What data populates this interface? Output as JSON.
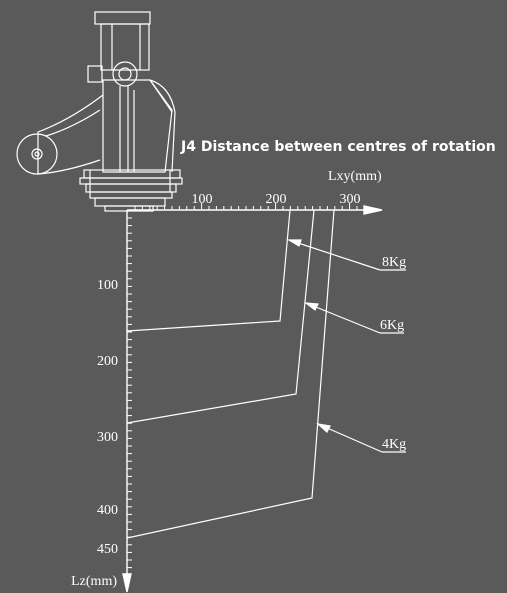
{
  "title": "J4 Distance between centres of rotation",
  "axes": {
    "x_label": "Lxy(mm)",
    "y_label": "Lz(mm)",
    "x_ticks": [
      "100",
      "200",
      "300"
    ],
    "y_ticks": [
      "100",
      "200",
      "300",
      "400",
      "450"
    ]
  },
  "curves": [
    {
      "label": "8Kg",
      "lxy_limit": 215,
      "lz_limit": 150
    },
    {
      "label": "6Kg",
      "lxy_limit": 240,
      "lz_limit": 270
    },
    {
      "label": "4Kg",
      "lxy_limit": 262,
      "lz_limit": 385
    }
  ],
  "colors": {
    "background": "#5a5a5a",
    "ink": "#ffffff"
  }
}
